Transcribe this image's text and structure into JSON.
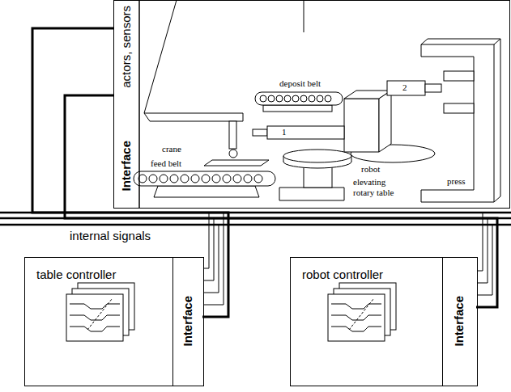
{
  "diagram": {
    "nodes": [
      {
        "text": [
          "actors, sensors",
          "Interface"
        ]
      },
      {
        "text": [
          "table controller"
        ]
      },
      {
        "text": [
          "Interface"
        ],
        "in": 1
      },
      {
        "text": [
          "robot controller"
        ]
      },
      {
        "text": [
          "Interface"
        ],
        "in": 3
      }
    ],
    "edges": [
      {
        "from": 0,
        "to": 2,
        "arrow": "none"
      },
      {
        "from": 0,
        "to": 4,
        "arrow": "none"
      }
    ],
    "labels": [
      "crane",
      "deposit belt",
      "2",
      "1",
      "robot",
      "feed belt",
      "elevating rotary table",
      "press",
      "internal signals"
    ]
  }
}
